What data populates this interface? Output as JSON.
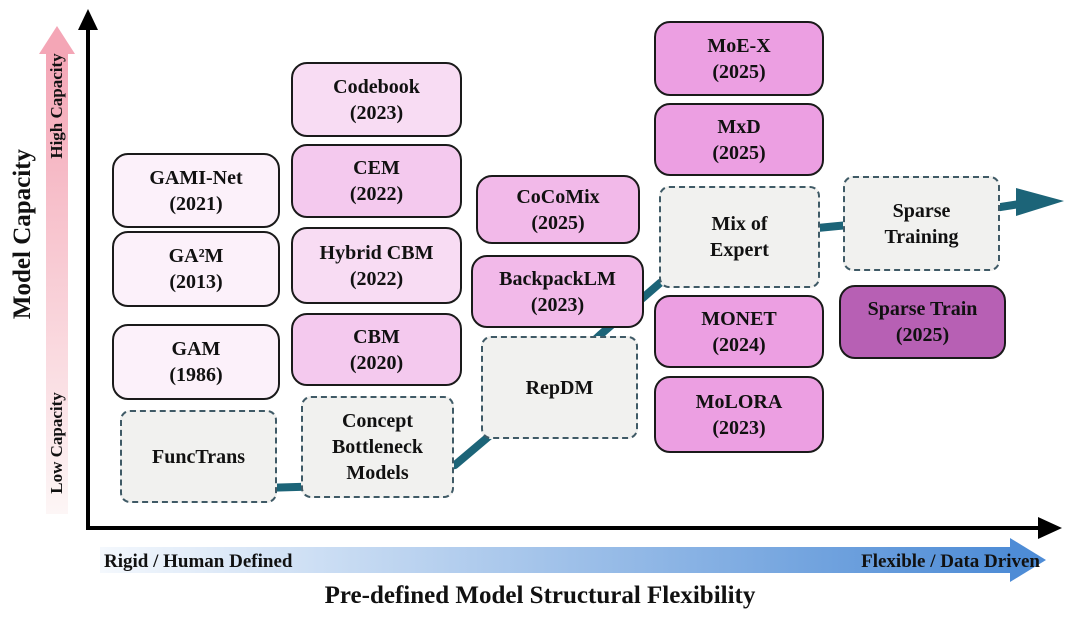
{
  "axes": {
    "y_title": "Model Capacity",
    "y_high": "High Capacity",
    "y_low": "Low Capacity",
    "x_title": "Pre-defined Model Structural Flexibility",
    "x_left_label": "Rigid / Human Defined",
    "x_right_label": "Flexible / Data Driven"
  },
  "palette": {
    "lightest-pink": "#fcf1fa",
    "light-pink": "#f8dcf3",
    "medium-pink": "#f4c9ee",
    "deep-pink": "#f2b9e9",
    "magenta": "#ec9fe2",
    "dark-purple": "#b760b4",
    "dashed-bg": "#f1f1ef",
    "teal": "#1c6478",
    "pink-arrow": "#f4a6b6",
    "blue-arrow": "#4e8cd6"
  },
  "nodes": [
    {
      "id": "gami-net",
      "label": "GAMI-Net\n(2021)"
    },
    {
      "id": "ga2m",
      "label": "GA²M\n(2013)"
    },
    {
      "id": "gam",
      "label": "GAM\n(1986)"
    },
    {
      "id": "functrans",
      "label": "FuncTrans"
    },
    {
      "id": "codebook",
      "label": "Codebook\n(2023)"
    },
    {
      "id": "cem",
      "label": "CEM\n(2022)"
    },
    {
      "id": "hybrid-cbm",
      "label": "Hybrid CBM\n(2022)"
    },
    {
      "id": "cbm",
      "label": "CBM\n(2020)"
    },
    {
      "id": "concept-bottleneck-models",
      "label": "Concept\nBottleneck\nModels"
    },
    {
      "id": "cocomix",
      "label": "CoCoMix\n(2025)"
    },
    {
      "id": "backpacklm",
      "label": "BackpackLM\n(2023)"
    },
    {
      "id": "repdm",
      "label": "RepDM"
    },
    {
      "id": "moe-x",
      "label": "MoE-X\n(2025)"
    },
    {
      "id": "mxd",
      "label": "MxD\n(2025)"
    },
    {
      "id": "mix-of-expert",
      "label": "Mix of\nExpert"
    },
    {
      "id": "monet",
      "label": "MONET\n(2024)"
    },
    {
      "id": "molora",
      "label": "MoLORA\n(2023)"
    },
    {
      "id": "sparse-training",
      "label": "Sparse\nTraining"
    },
    {
      "id": "sparse-train-2025",
      "label": "Sparse Train\n(2025)"
    }
  ]
}
